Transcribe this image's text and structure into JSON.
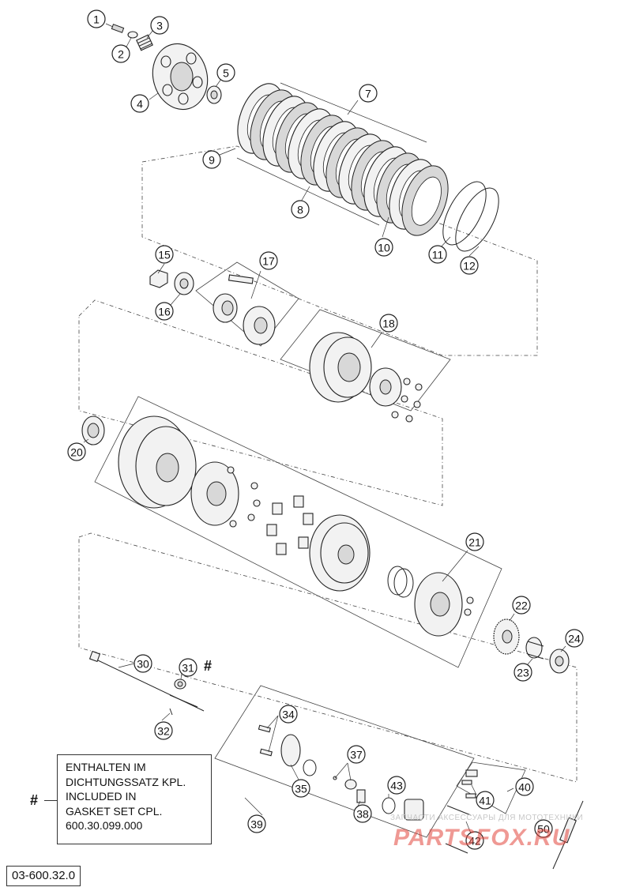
{
  "callouts": [
    "1",
    "2",
    "3",
    "4",
    "5",
    "7",
    "8",
    "9",
    "10",
    "11",
    "12",
    "15",
    "16",
    "17",
    "18",
    "20",
    "21",
    "22",
    "23",
    "24",
    "30",
    "31",
    "32",
    "34",
    "35",
    "37",
    "38",
    "39",
    "40",
    "41",
    "42",
    "43",
    "50"
  ],
  "hash_marker": "#",
  "note": {
    "lines": [
      "ENTHALTEN IM",
      "DICHTUNGSSATZ KPL.",
      "INCLUDED IN",
      "GASKET SET CPL.",
      "600.30.099.000"
    ]
  },
  "doc_number": "03-600.32.0",
  "watermark": {
    "subtitle": "ЗАПЧАСТИ АКСЕССУАРЫ ДЛЯ МОТОТЕХНИКИ",
    "logo_text": "PARTSFOX.RU"
  }
}
